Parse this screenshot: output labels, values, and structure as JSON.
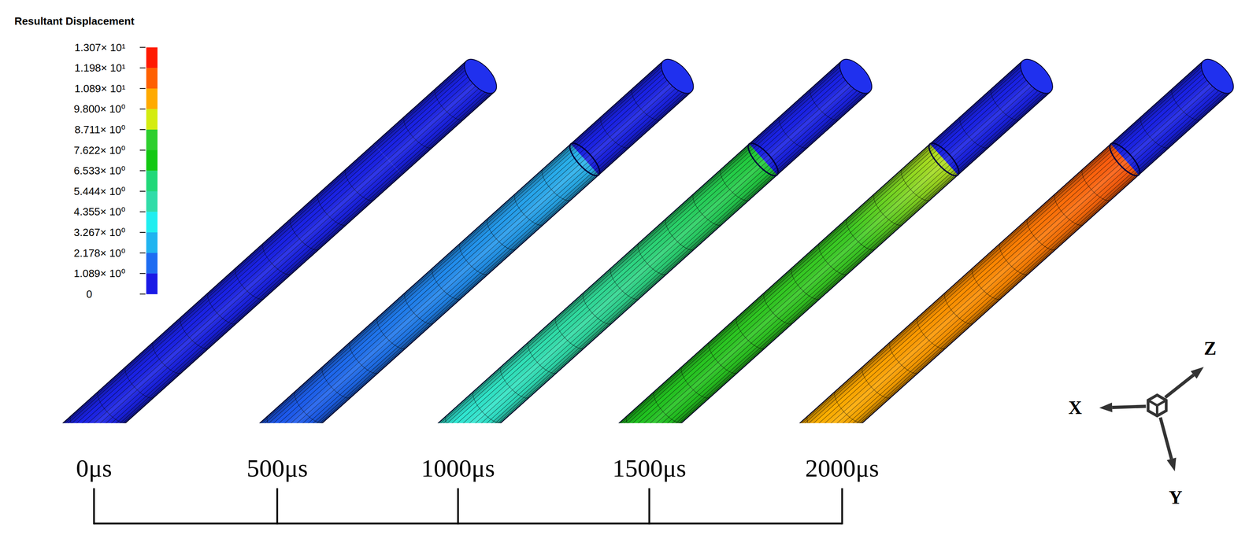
{
  "diagram": {
    "title": "Resultant Displacement",
    "labels": [
      "0",
      "0μs",
      "500μs",
      "1000μs",
      "1500μs",
      "2000μs",
      "X",
      "Y",
      "Z"
    ],
    "legend": [
      {
        "text": "1.307× 10¹",
        "color": "#ff1a00"
      },
      {
        "text": "1.198× 10¹",
        "color": "#ff6000"
      },
      {
        "text": "1.089× 10¹",
        "color": "#ffaa00"
      },
      {
        "text": "9.800× 10⁰",
        "color": "#d4ec10"
      },
      {
        "text": "8.711× 10⁰",
        "color": "#2ecf2e"
      },
      {
        "text": "7.622× 10⁰",
        "color": "#12c812"
      },
      {
        "text": "6.533× 10⁰",
        "color": "#20d878"
      },
      {
        "text": "5.444× 10⁰",
        "color": "#30dca8"
      },
      {
        "text": "4.355× 10⁰",
        "color": "#20eef0"
      },
      {
        "text": "3.267× 10⁰",
        "color": "#20b4f0"
      },
      {
        "text": "2.178× 10⁰",
        "color": "#1e6cf2"
      },
      {
        "text": "1.089× 10⁰",
        "color": "#1a1ae6"
      }
    ]
  }
}
